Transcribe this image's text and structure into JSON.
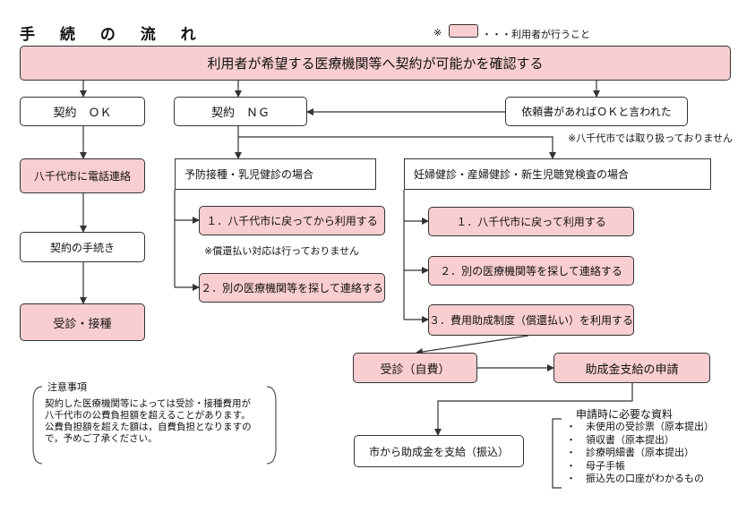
{
  "title": "手 続 の 流 れ",
  "legend": {
    "mark": "※",
    "text": "・・・利用者が行うこと"
  },
  "top": "利用者が希望する医療機関等へ契約が可能かを確認する",
  "ok": "契約　ＯＫ",
  "ng": "契約　ＮＧ",
  "irai": "依頼書があればＯＫと言われた",
  "irai_note": "※八千代市では取り扱っておりません",
  "ok_col": {
    "call": "八千代市に電話連絡",
    "procedure": "契約の手続き",
    "visit": "受診・接種"
  },
  "vaccine": {
    "header": "予防接種・乳児健診の場合",
    "opt1": "１．八千代市に戻ってから利用する",
    "opt1_note": "※償還払い対応は行っておりません",
    "opt2": "２．別の医療機関等を探して連絡する"
  },
  "pregnant": {
    "header": "妊婦健診・産婦健診・新生児聴覚検査の場合",
    "opt1": "１．八千代市に戻って利用する",
    "opt2": "２．別の医療機関等を探して連絡する",
    "opt3": "３．費用助成制度（償還払い）を利用する"
  },
  "self_pay": "受診（自費）",
  "apply": "助成金支給の申請",
  "payout": "市から助成金を支給（振込）",
  "required": {
    "title": "申請時に必要な資料",
    "items": [
      "未使用の受診票（原本提出）",
      "領収書（原本提出）",
      "診療明細書（原本提出）",
      "母子手帳",
      "振込先の口座がわかるもの"
    ]
  },
  "notes": {
    "title": "注意事項",
    "lines": [
      "契約した医療機関等によっては受診・接種費用が",
      "八千代市の公費負担額を超えることがあります。",
      "公費負担額を超えた額は，自費負担となりますの",
      "で，予めご了承ください。"
    ]
  }
}
